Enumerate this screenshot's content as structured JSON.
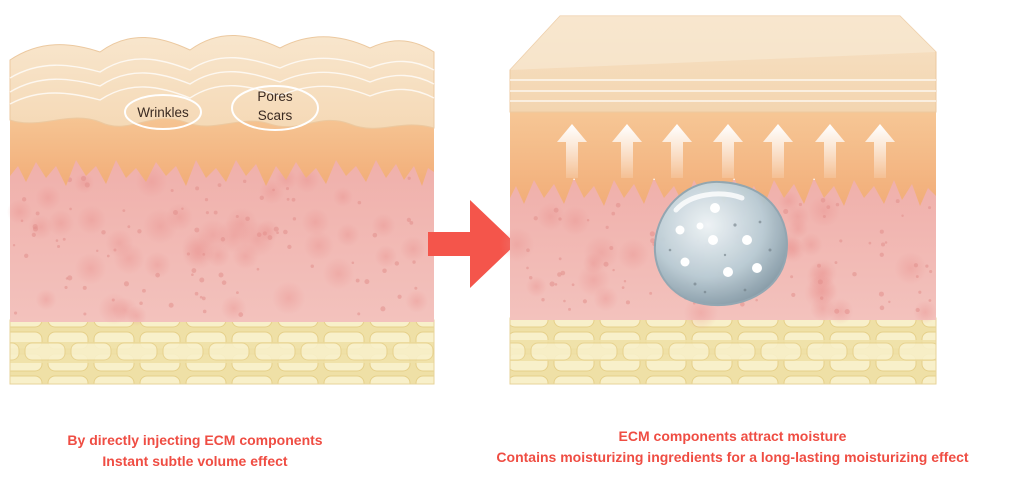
{
  "labels": {
    "wrinkles": "Wrinkles",
    "pores": "Pores",
    "scars": "Scars"
  },
  "captions": {
    "left": [
      "By directly injecting ECM components",
      "Instant subtle volume effect"
    ],
    "right": [
      "ECM components attract moisture",
      "Contains moisturizing ingredients for a long-lasting moisturizing effect"
    ]
  },
  "colors": {
    "caption": "#ef4d43",
    "arrow": "#f4554b",
    "epidermis_top": "#f6dcbc",
    "epidermis_band": "#f3b783",
    "dermis": "#efb3ae",
    "fat": "#f2e6b1"
  }
}
